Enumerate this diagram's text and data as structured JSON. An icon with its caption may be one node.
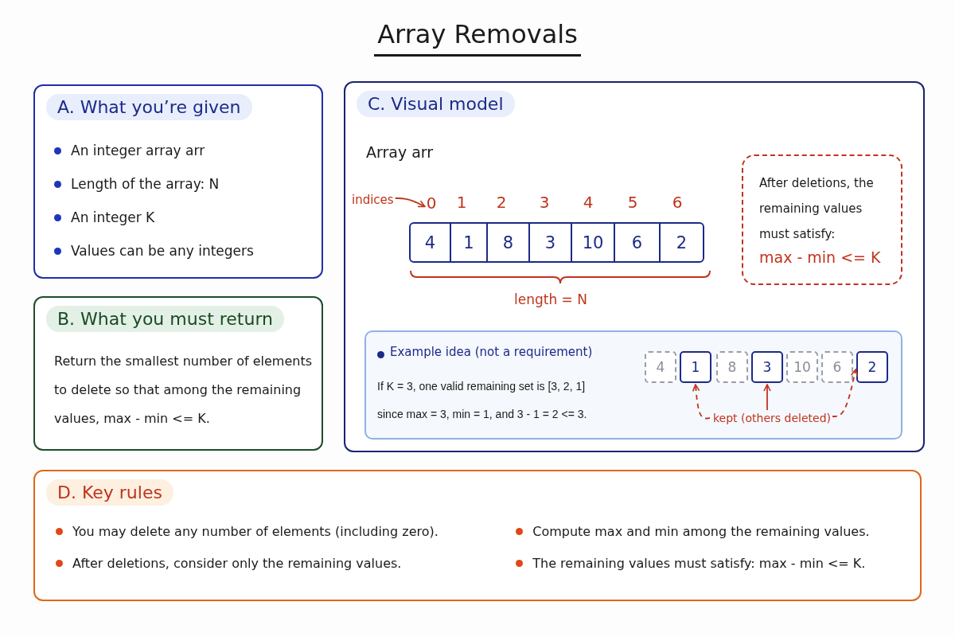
{
  "diagram": {
    "title": "Array Removals",
    "nodes": [
      {
        "text": [
          "A. What you’re given",
          "An integer array arr",
          "Length of the array: N",
          "An integer K",
          "Values can be any integers"
        ]
      },
      {
        "text": [
          "B. What you must return",
          "Return the smallest number of elements to delete so that among the remaining values, max - min <= K."
        ]
      },
      {
        "text": [
          "C. Visual model",
          "Array arr"
        ]
      },
      {
        "text": [
          "indices"
        ],
        "in": 2
      },
      {
        "text": [
          "0"
        ],
        "in": 2
      },
      {
        "text": [
          "4"
        ],
        "in": 2
      },
      {
        "text": [
          "1"
        ],
        "in": 2
      },
      {
        "text": [
          "8"
        ],
        "in": 2
      },
      {
        "text": [
          "3"
        ],
        "in": 2
      },
      {
        "text": [
          "10"
        ],
        "in": 2
      },
      {
        "text": [
          "6"
        ],
        "in": 2
      },
      {
        "text": [
          "2"
        ],
        "in": 2
      },
      {
        "text": [
          "After deletions, the remaining values must satisfy:",
          "max - min <= K"
        ],
        "in": 2
      },
      {
        "text": [
          "Example idea (not a requirement)",
          "If K = 3, one valid remaining set is [3, 2, 1]",
          "since max = 3, min = 1, and 3 - 1 = 2 <= 3."
        ],
        "in": 2
      },
      {
        "text": [
          "4"
        ],
        "in": 13
      },
      {
        "text": [
          "1"
        ],
        "in": 13
      },
      {
        "text": [
          "8"
        ],
        "in": 13
      },
      {
        "text": [
          "3"
        ],
        "in": 13
      },
      {
        "text": [
          "10"
        ],
        "in": 13
      },
      {
        "text": [
          "6"
        ],
        "in": 13
      },
      {
        "text": [
          "2"
        ],
        "in": 13
      },
      {
        "text": [
          "kept (others deleted)"
        ],
        "in": 13
      },
      {
        "text": [
          "D. Key rules",
          "You may delete any number of elements (including zero).",
          "After deletions, consider only the remaining values.",
          "Compute max and min among the remaining values.",
          "The remaining values must satisfy: max - min <= K."
        ]
      }
    ],
    "edges": [
      {
        "from": 3,
        "to": 4,
        "arrow": "to"
      },
      {
        "from": 21,
        "to": 15,
        "arrow": "to",
        "style": "dashed"
      },
      {
        "from": 21,
        "to": 17,
        "arrow": "to"
      },
      {
        "from": 21,
        "to": 20,
        "arrow": "to",
        "style": "dashed"
      }
    ],
    "labels": [
      "1",
      "2",
      "3",
      "4",
      "5",
      "6",
      "length = N"
    ]
  }
}
